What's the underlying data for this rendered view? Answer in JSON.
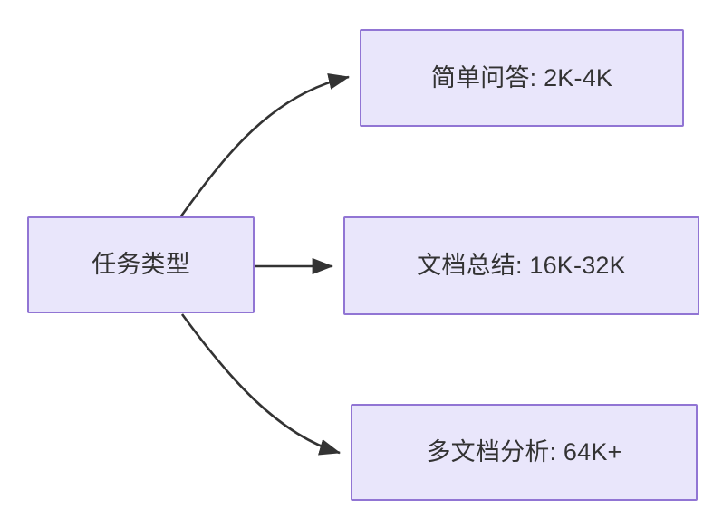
{
  "diagram": {
    "type": "flowchart",
    "direction": "left-to-right",
    "background_color": "#ffffff",
    "node_fill_color": "#e9e6fb",
    "node_border_color": "#9175d4",
    "node_text_color": "#333333",
    "edge_color": "#333333",
    "root": {
      "id": "root",
      "label": "任务类型"
    },
    "branches": [
      {
        "id": "simple-qa",
        "label": "简单问答: 2K-4K",
        "task": "简单问答",
        "context_length": "2K-4K",
        "edge_style": "curved"
      },
      {
        "id": "doc-summary",
        "label": "文档总结: 16K-32K",
        "task": "文档总结",
        "context_length": "16K-32K",
        "edge_style": "straight"
      },
      {
        "id": "multi-doc",
        "label": "多文档分析: 64K+",
        "task": "多文档分析",
        "context_length": "64K+",
        "edge_style": "curved"
      }
    ]
  }
}
